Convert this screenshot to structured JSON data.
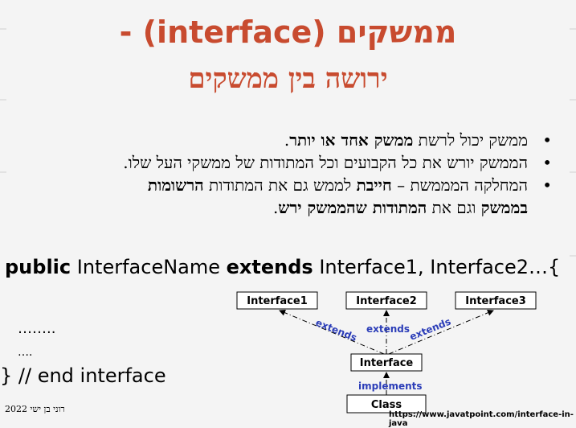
{
  "title": {
    "line1": "- (interface) ממשקים",
    "line2": "ירושה בין ממשקים"
  },
  "bullets": {
    "b1_pre": "ממשק יכול לרשת ",
    "b1_bold": "ממשק אחד או יותר",
    "b1_post": ".",
    "b2": "הממשק יורש את כל הקבועים וכל המתודות של ממשקי העל שלו.",
    "b3_pre": "המחלקה המממשת – ",
    "b3_bold1": "חייבת",
    "b3_mid1": " לממש גם את המתודות ",
    "b3_bold2": "הרשומות",
    "b3_bold3": "בממשק",
    "b3_mid2": " וגם את ",
    "b3_bold4": "המתודות שהממשק ירש",
    "b3_end": "."
  },
  "code": {
    "kw_public": "public",
    "name": " InterfaceName ",
    "kw_extends": "extends",
    "rest": " Interface1, Interface2…{",
    "dots_long": "……..",
    "dots_short": "….",
    "end": "} // end interface"
  },
  "diagram": {
    "box_interface1": "Interface1",
    "box_interface2": "Interface2",
    "box_interface3": "Interface3",
    "box_interface": "Interface",
    "box_class": "Class",
    "edge_extends_left": "extends",
    "edge_extends_mid": "extends",
    "edge_extends_right": "extends",
    "edge_implements": "implements",
    "accent_color": "#2b3db8"
  },
  "footer": {
    "author": "רוני בן ישי 2022",
    "url": "https://www.javatpoint.com/interface-in-java"
  },
  "colors": {
    "title": "#c84b2f",
    "background": "#f4f4f4"
  }
}
